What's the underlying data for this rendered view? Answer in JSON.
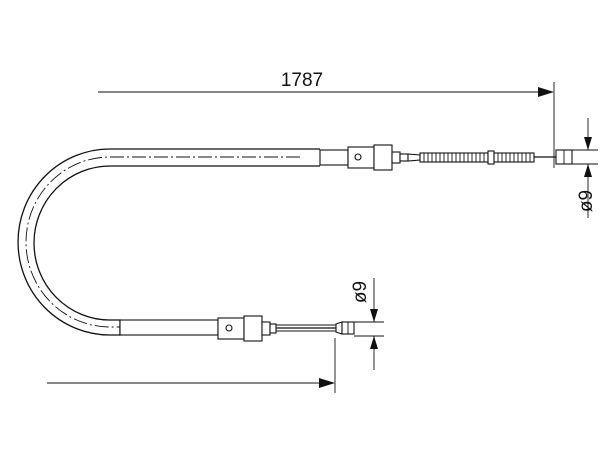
{
  "dimensions": {
    "overall_length": "1787",
    "diameter_right": "ø9",
    "diameter_left": "ø9"
  }
}
